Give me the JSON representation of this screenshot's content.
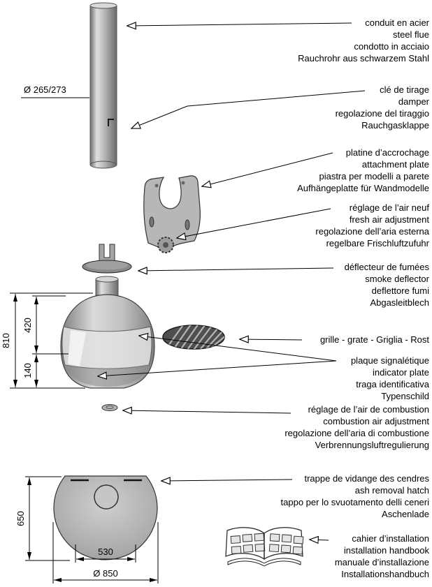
{
  "labels": {
    "flue": {
      "lines": [
        "conduit en acier",
        "steel flue",
        "condotto in acciaio",
        "Rauchrohr aus schwarzem Stahl"
      ]
    },
    "damper": {
      "lines": [
        "clé de tirage",
        "damper",
        "regolazione del tiraggio",
        "Rauchgasklappe"
      ]
    },
    "attachment_plate": {
      "lines": [
        "platine d’accrochage",
        "attachment plate",
        "piastra per modelli a parete",
        "Aufhängeplatte für Wandmodelle"
      ]
    },
    "fresh_air": {
      "lines": [
        "réglage de l’air neuf",
        "fresh air adjustment",
        "regolazione dell’aria esterna",
        "regelbare Frischluftzufuhr"
      ]
    },
    "smoke_deflector": {
      "lines": [
        "déflecteur de fumées",
        "smoke deflector",
        "deflettore fumi",
        "Abgasleitblech"
      ]
    },
    "grate": {
      "lines": [
        "grille - grate - Griglia - Rost"
      ]
    },
    "indicator_plate": {
      "lines": [
        "plaque signalétique",
        "indicator plate",
        "traga identificativa",
        "Typenschild"
      ]
    },
    "combustion_air": {
      "lines": [
        "réglage de l’air de combustion",
        "combustion air adjustment",
        "regolazione dell’aria di combustione",
        "Verbrennungsluftregulierung"
      ]
    },
    "ash_hatch": {
      "lines": [
        "trappe de vidange des cendres",
        "ash removal hatch",
        "tappo per lo svuotamento delli ceneri",
        "Aschenlade"
      ]
    },
    "handbook": {
      "lines": [
        "cahier d’installation",
        "installation handbook",
        "manuale d’installazione",
        "Installationshandbuch"
      ]
    }
  },
  "dimensions": {
    "flue_diameter": "Ø 265/273",
    "total_height": "810",
    "window_height": "420",
    "base_height": "140",
    "body_depth": "650",
    "hearth_width": "530",
    "body_diameter": "Ø 850"
  },
  "colors": {
    "ink": "#000000",
    "metal_light": "#d8d8d8",
    "metal_dark": "#7d7d7d",
    "grate_fill": "#4f4f4f"
  }
}
